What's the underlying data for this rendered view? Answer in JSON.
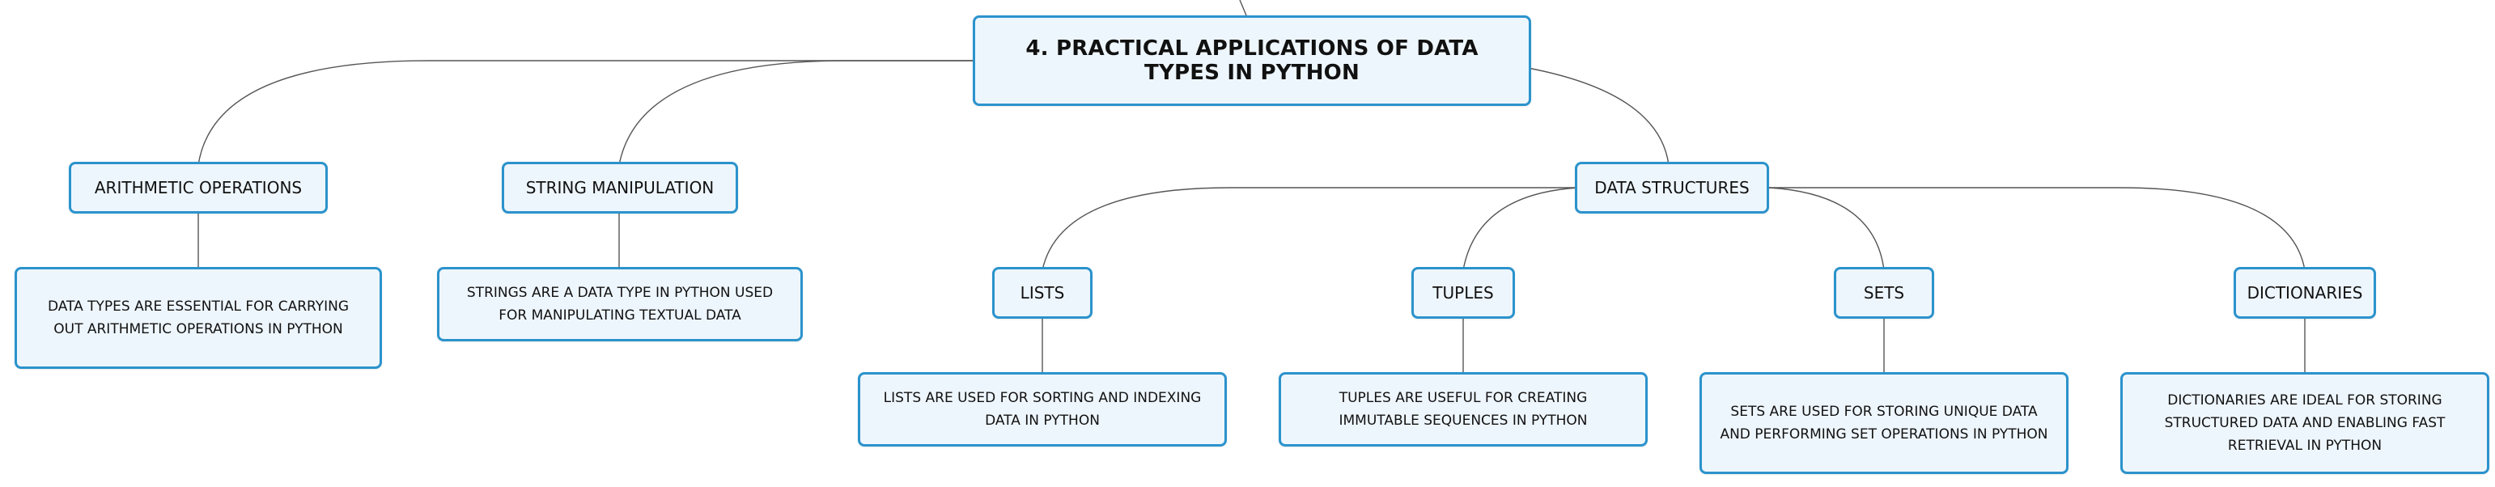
{
  "root": "4. PRACTICAL APPLICATIONS OF DATA TYPES IN PYTHON",
  "nodes": {
    "arith": "ARITHMETIC OPERATIONS",
    "arith_desc": "DATA TYPES ARE ESSENTIAL FOR CARRYING OUT ARITHMETIC OPERATIONS IN PYTHON",
    "string": "STRING MANIPULATION",
    "string_desc": "STRINGS ARE A DATA TYPE IN PYTHON USED FOR MANIPULATING TEXTUAL DATA",
    "ds": "DATA STRUCTURES",
    "lists": "LISTS",
    "lists_desc": "LISTS ARE USED FOR SORTING AND INDEXING DATA IN PYTHON",
    "tuples": "TUPLES",
    "tuples_desc": "TUPLES ARE USEFUL FOR CREATING IMMUTABLE SEQUENCES IN PYTHON",
    "sets": "SETS",
    "sets_desc": "SETS ARE USED FOR STORING UNIQUE DATA AND PERFORMING SET OPERATIONS IN PYTHON",
    "dicts": "DICTIONARIES",
    "dicts_desc": "DICTIONARIES ARE IDEAL FOR STORING STRUCTURED DATA AND ENABLING FAST RETRIEVAL IN PYTHON"
  },
  "colors": {
    "node_border": "#2b93cc",
    "node_fill": "#eef6fd",
    "connector": "#555555"
  }
}
